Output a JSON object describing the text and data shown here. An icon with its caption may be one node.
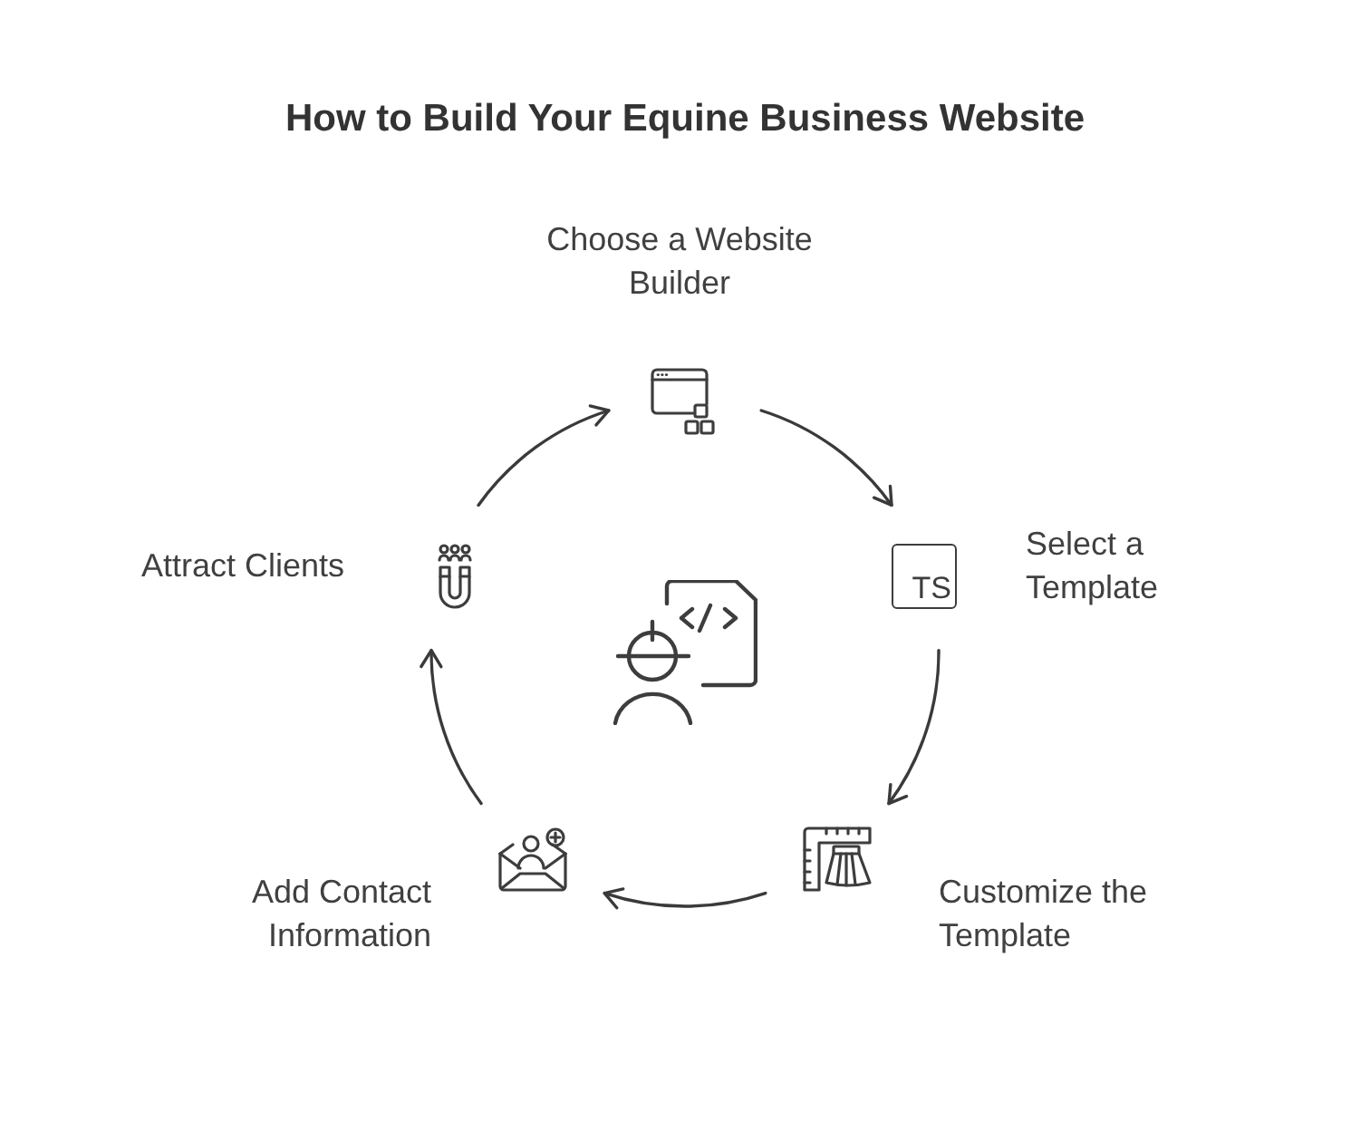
{
  "diagram": {
    "title": "How to Build Your Equine Business Website",
    "nodes": [
      {
        "text": [],
        "shape": "picture",
        "beside": [
          "Choose a Website Builder"
        ]
      },
      {
        "text": [
          "TS"
        ],
        "beside": [
          "Select a Template"
        ]
      },
      {
        "text": [],
        "shape": "picture",
        "beside": [
          "Customize the Template"
        ]
      },
      {
        "text": [],
        "shape": "picture",
        "beside": [
          "Add Contact Information"
        ]
      },
      {
        "text": [],
        "shape": "picture",
        "beside": [
          "Attract Clients"
        ]
      }
    ],
    "edges": [
      {
        "from": 0,
        "to": 1,
        "arrow": "to"
      },
      {
        "from": 1,
        "to": 2,
        "arrow": "to"
      },
      {
        "from": 2,
        "to": 3,
        "arrow": "to"
      },
      {
        "from": 3,
        "to": 4,
        "arrow": "to"
      },
      {
        "from": 4,
        "to": 0,
        "arrow": "to"
      }
    ]
  }
}
